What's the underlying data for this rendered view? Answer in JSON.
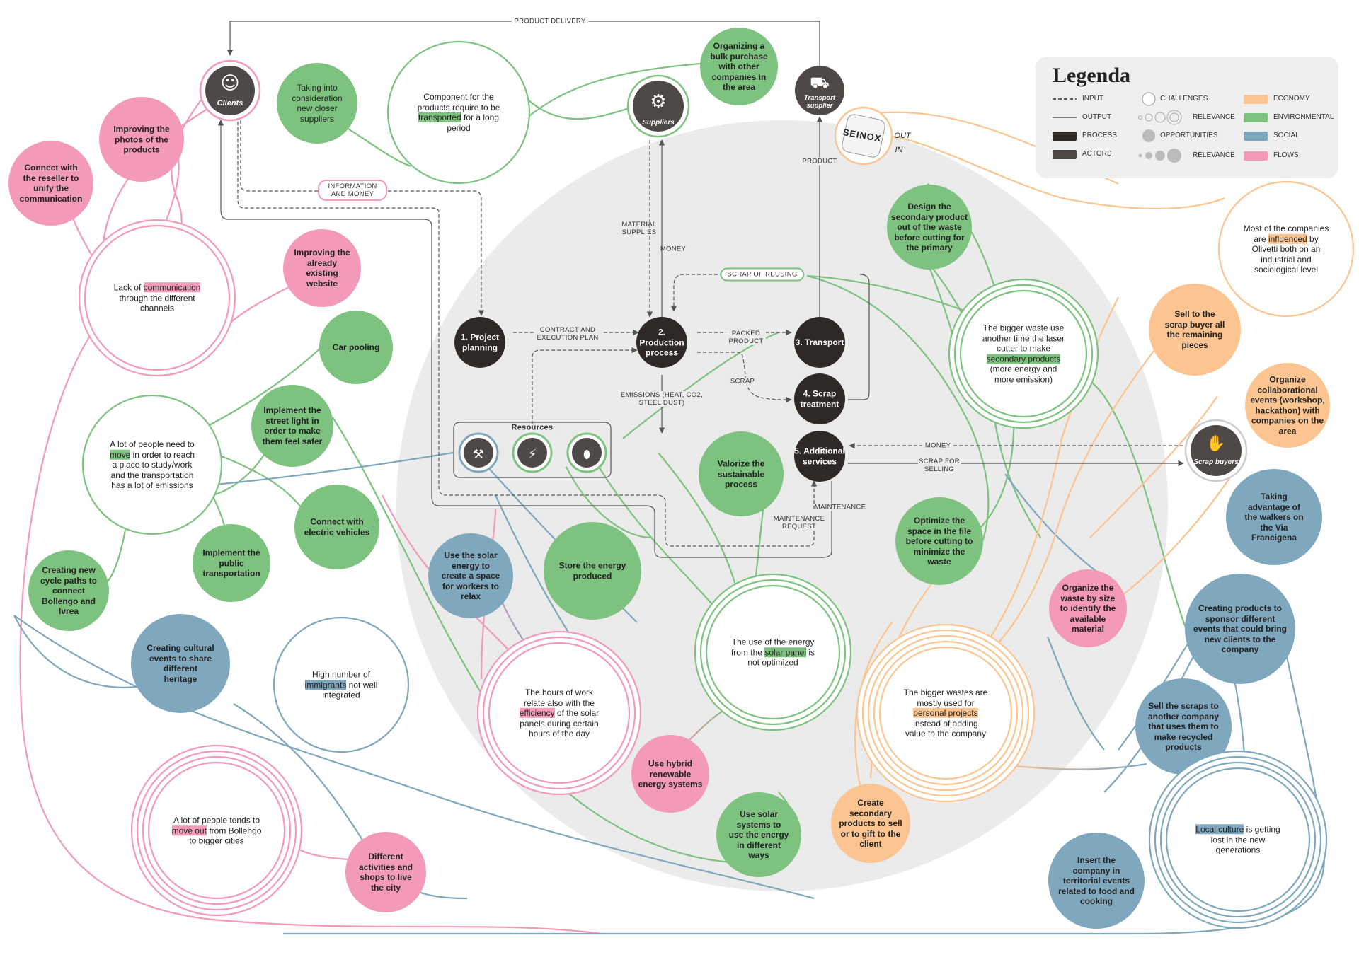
{
  "colors": {
    "pink": "#f29ab8",
    "green": "#7dc27f",
    "blue": "#7fa7bd",
    "orange": "#fbc490",
    "dark": "#3c3634",
    "bg_circle": "#ebebeb"
  },
  "legend": {
    "title": "Legenda",
    "input": "INPUT",
    "output": "OUTPUT",
    "process": "PROCESS",
    "actors": "ACTORS",
    "challenges": "CHALLENGES",
    "relevance": "RELEVANCE",
    "opportunities": "OPPORTUNITIES",
    "economy": "ECONOMY",
    "environmental": "ENVIRONMENTAL",
    "social": "SOCIAL",
    "flows": "FLOWS"
  },
  "actors": {
    "clients": "Clients",
    "suppliers": "Suppliers",
    "transport_supplier": "Transport supplier",
    "scrap_buyers": "Scrap buyers",
    "seinox": "SEINOX",
    "out": "OUT",
    "in": "IN"
  },
  "processes": {
    "p1": "1. Project planning",
    "p2": "2. Production process",
    "p3": "3. Transport",
    "p4": "4. Scrap treatment",
    "p5": "5. Additional services",
    "resources": "Resources"
  },
  "flow_labels": {
    "product_delivery": "PRODUCT DELIVERY",
    "information_money": "INFORMATION AND MONEY",
    "material_supplies": "MATERIAL SUPPLIES",
    "money_up": "MONEY",
    "product": "PRODUCT",
    "scrap_of_reusing": "SCRAP OF REUSING",
    "contract": "CONTRACT AND EXECUTION PLAN",
    "packed_product": "PACKED PRODUCT",
    "scrap": "SCRAP",
    "emissions": "EMISSIONS (HEAT, CO2, STEEL DUST)",
    "money_right": "MONEY",
    "scrap_for_selling": "SCRAP FOR SELLING",
    "maintenance": "MAINTENANCE",
    "maintenance_request": "MAINTENANCE REQUEST"
  },
  "nodes": {
    "improving_photos": "Improving the photos of the products",
    "connect_reseller": "Connect with the reseller to unify the communication",
    "taking_suppliers": "Taking into consideration new closer suppliers",
    "component_pre": "Component for the products require to be",
    "component_hl": "transported",
    "component_post": "for a long period",
    "bulk_purchase": "Organizing a bulk purchase with other companies in the area",
    "lack_pre": "Lack of",
    "lack_hl": "communication",
    "lack_post": "through the different channels",
    "improving_website": "Improving the already existing website",
    "car_pooling": "Car pooling",
    "street_light": "Implement the street light in order to make them feel safer",
    "move_pre": "A lot of people need to",
    "move_hl": "move",
    "move_post": "in order to reach a place to study/work and the transportation has a lot of emissions",
    "electric": "Connect with electric vehicles",
    "public_transport": "Implement the public transportation",
    "cycle_paths": "Creating new cycle paths to connect Bollengo and Ivrea",
    "cultural_events": "Creating cultural events to share different heritage",
    "immigrants_pre": "High number of",
    "immigrants_hl": "immigrants",
    "immigrants_post": "not well integrated",
    "moveout_pre": "A lot of people tends to",
    "moveout_hl": "move out",
    "moveout_post": "from Bollengo to bigger cities",
    "different_activities": "Different activities and shops to live the city",
    "solar_relax": "Use the solar energy to create a space for workers to relax",
    "store_energy": "Store the energy produced",
    "valorize": "Valorize the sustainable process",
    "hours_pre": "The hours of work relate also with the",
    "hours_hl": "efficiency",
    "hours_post": "of the solar panels during certain hours of the day",
    "solar_notopt_pre": "The use of the energy from the",
    "solar_notopt_hl": "solar panel",
    "solar_notopt_post": "is not optimized",
    "hybrid": "Use hybrid renewable energy systems",
    "solar_systems": "Use solar systems to use the energy in different ways",
    "design_secondary": "Design the secondary product out of the waste before cutting for the primary",
    "bigger_waste_pre": "The bigger waste use another time the laser cutter to make",
    "bigger_waste_hl": "secondary products",
    "bigger_waste_post": "(more energy and more emission)",
    "optimize_space": "Optimize the space in the file before cutting to minimize the waste",
    "organize_waste": "Organize the waste by size to identify the available material",
    "personal_pre": "The bigger wastes are mostly used for",
    "personal_hl": "personal projects",
    "personal_post": "instead of adding value to the company",
    "create_secondary": "Create secondary products to sell or to gift to the client",
    "olivetti_pre": "Most of the companies are",
    "olivetti_hl": "influenced",
    "olivetti_post": "by Olivetti both on an industrial and sociological level",
    "sell_scrap": "Sell to the scrap buyer all the remaining pieces",
    "collab_events": "Organize collaborational events (workshop, hackathon) with companies on the area",
    "via_francigena": "Taking advantage of the walkers on the Via Francigena",
    "sponsor_events": "Creating products to sponsor different events that could bring new clients to the company",
    "sell_scraps_company": "Sell the scraps to another company that uses them to make recycled products",
    "local_culture_hl": "Local culture",
    "local_culture_post": "is getting lost in the new generations",
    "territorial_events": "Insert the company in territorial events related to food and cooking"
  }
}
